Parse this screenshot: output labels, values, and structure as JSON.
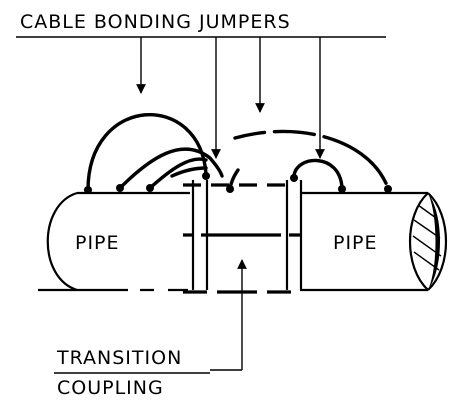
{
  "labels": {
    "top_callout": "CABLE BONDING JUMPERS",
    "left_pipe": "PIPE",
    "right_pipe": "PIPE",
    "bottom_callout_line1": "TRANSITION",
    "bottom_callout_line2": "COUPLING"
  },
  "colors": {
    "ink": "#000000",
    "paper": "#ffffff"
  }
}
